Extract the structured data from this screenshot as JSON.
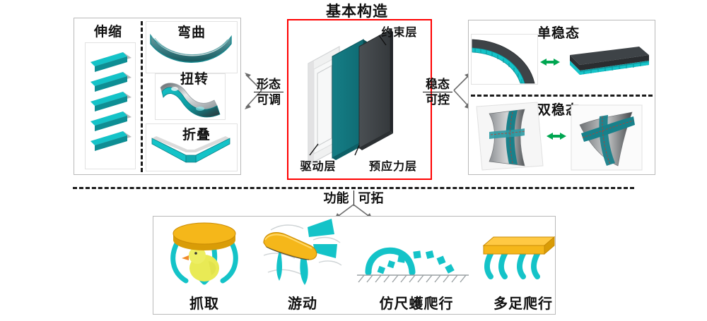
{
  "figure": {
    "title": "基本构造",
    "colors": {
      "teal": "#14C3C8",
      "teal_dark": "#0E8E94",
      "teal_deep": "#14888f",
      "gold": "#F5B71A",
      "gold_dark": "#D99C07",
      "green_arrow": "#00A651",
      "dark_gray": "#3E4347",
      "red_border": "#FF0000",
      "panel_border": "#B9B9B9",
      "duck_yellow": "#E8E84A"
    }
  },
  "left_panel": {
    "name": "形态可调",
    "items": [
      {
        "label": "伸缩",
        "icon": "accordion-stretch-icon"
      },
      {
        "label": "弯曲",
        "icon": "bending-strip-icon"
      },
      {
        "label": "扭转",
        "icon": "twisting-surface-icon"
      },
      {
        "label": "折叠",
        "icon": "folded-sheet-icon"
      }
    ]
  },
  "center_panel": {
    "title": "基本构造",
    "layers": [
      {
        "label": "约束层",
        "icon": "constraint-layer-icon"
      },
      {
        "label": "预应力层",
        "icon": "prestress-layer-icon"
      },
      {
        "label": "驱动层",
        "icon": "drive-layer-icon"
      }
    ]
  },
  "right_panel": {
    "name": "稳态可控",
    "items": [
      {
        "label": "单稳态",
        "icon": "monostable-state-icon"
      },
      {
        "label": "双稳态",
        "icon": "bistable-state-icon"
      }
    ]
  },
  "connectors": {
    "left": {
      "line1": "形态",
      "line2": "可调"
    },
    "right": {
      "line1": "稳态",
      "line2": "可控"
    },
    "bottom": {
      "line1": "功能",
      "line2": "可拓"
    }
  },
  "bottom_panel": {
    "items": [
      {
        "label": "抓取",
        "icon": "gripper-grasping-icon"
      },
      {
        "label": "游动",
        "icon": "swimming-robot-icon"
      },
      {
        "label": "仿尺蠖爬行",
        "icon": "inchworm-crawling-icon"
      },
      {
        "label": "多足爬行",
        "icon": "multileg-crawling-icon"
      }
    ]
  }
}
